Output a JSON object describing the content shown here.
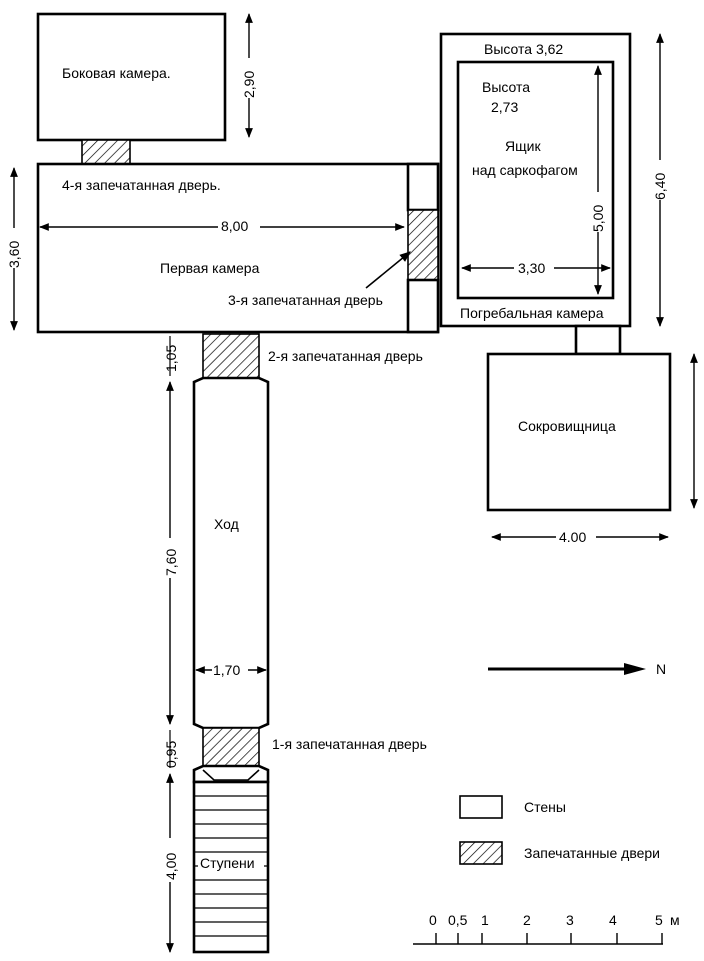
{
  "rooms": {
    "side_chamber": "Боковая камера.",
    "first_chamber": "Первая камера",
    "burial_height_outer": "Высота 3,62",
    "burial_height_inner_1": "Высота",
    "burial_height_inner_2": "2,73",
    "box_1": "Ящик",
    "box_2": "над саркофагом",
    "burial_chamber": "Погребальная камера",
    "treasury": "Сокровищница",
    "corridor": "Ход",
    "steps": "Ступени"
  },
  "doors": {
    "door_1": "1-я запечатанная дверь",
    "door_2": "2-я запечатанная дверь",
    "door_3": "3-я запечатанная дверь",
    "door_4": "4-я запечатанная дверь."
  },
  "dimensions": {
    "side_height": "2,90",
    "first_height": "3,60",
    "first_width": "8,00",
    "box_height": "5,00",
    "box_width": "3,30",
    "burial_height": "6,40",
    "treasury_width": "4.00",
    "door2_len": "1,05",
    "corridor_len": "7,60",
    "corridor_width": "1,70",
    "door1_len": "0,95",
    "steps_len": "4,00"
  },
  "north": {
    "label": "N"
  },
  "legend": {
    "walls": "Стены",
    "doors": "Запечатанные двери"
  },
  "scale": {
    "labels": [
      "0",
      "0,5",
      "1",
      "2",
      "3",
      "4",
      "5"
    ],
    "unit": "м"
  }
}
